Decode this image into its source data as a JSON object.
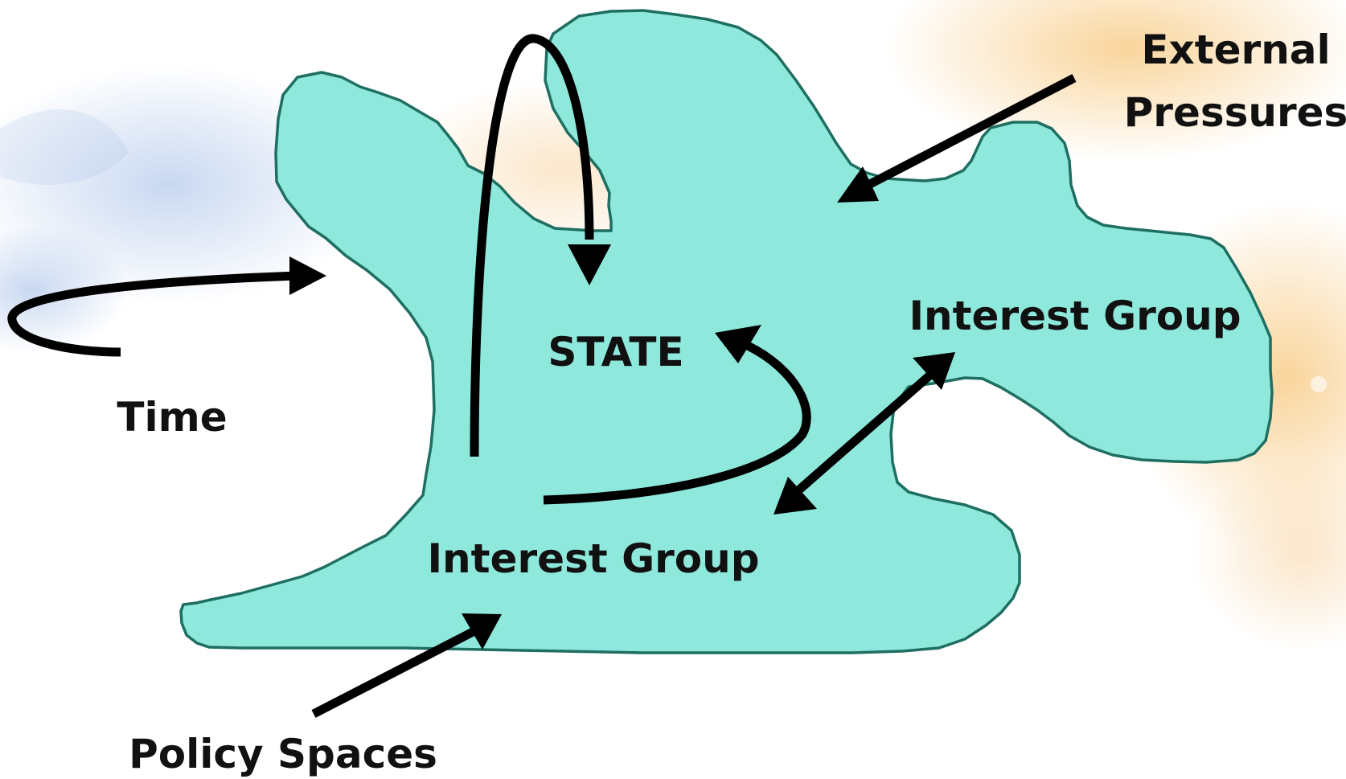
{
  "labels": {
    "time": "Time",
    "state": "STATE",
    "interest_group_center": "Interest Group",
    "interest_group_right": "Interest Group",
    "external_line1": "External",
    "external_line2": "Pressures",
    "policy_spaces": "Policy Spaces"
  },
  "colors": {
    "shape_fill": "#8fe8dc",
    "shape_stroke": "#1f6e62",
    "arrow": "#000000",
    "background": "#ffffff"
  },
  "background_image": "goldfish"
}
